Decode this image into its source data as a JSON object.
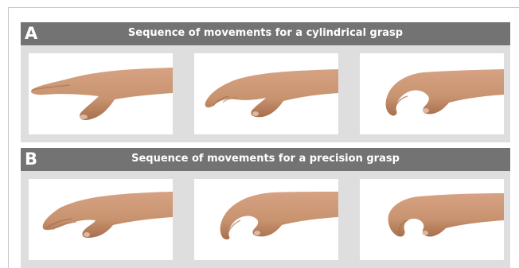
{
  "figure": {
    "panels": [
      {
        "letter": "A",
        "title": "Sequence of movements for a cylindrical grasp",
        "frames": [
          {
            "icon": "open-hand-extended-icon"
          },
          {
            "icon": "hand-partially-flexed-icon"
          },
          {
            "icon": "hand-cylindrical-grasp-closed-icon"
          }
        ]
      },
      {
        "letter": "B",
        "title": "Sequence of movements for a precision grasp",
        "frames": [
          {
            "icon": "hand-curved-open-icon"
          },
          {
            "icon": "hand-pinch-approach-icon"
          },
          {
            "icon": "hand-precision-pinch-closed-icon"
          }
        ]
      }
    ],
    "colors": {
      "header_bg": "#737373",
      "panel_bg": "#dedede",
      "skin": "#c8936f",
      "skin_shadow": "#a86f4e"
    }
  }
}
